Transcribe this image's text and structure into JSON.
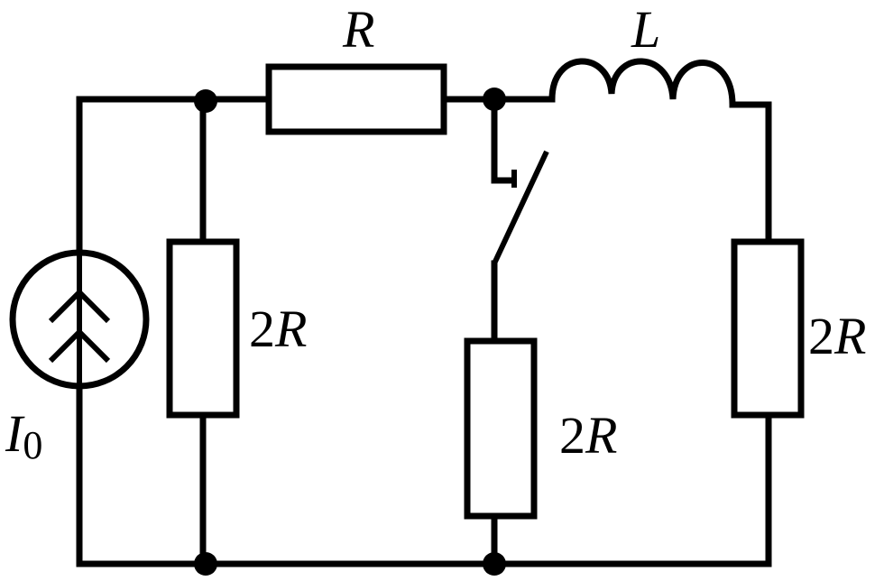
{
  "labels": {
    "source": {
      "symbol": "I",
      "subscript": "0"
    },
    "top_resistor": {
      "symbol": "R"
    },
    "inductor": {
      "symbol": "L"
    },
    "left_resistor": {
      "coefficient": "2",
      "symbol": "R"
    },
    "middle_resistor": {
      "coefficient": "2",
      "symbol": "R"
    },
    "right_resistor": {
      "coefficient": "2",
      "symbol": "R"
    }
  }
}
